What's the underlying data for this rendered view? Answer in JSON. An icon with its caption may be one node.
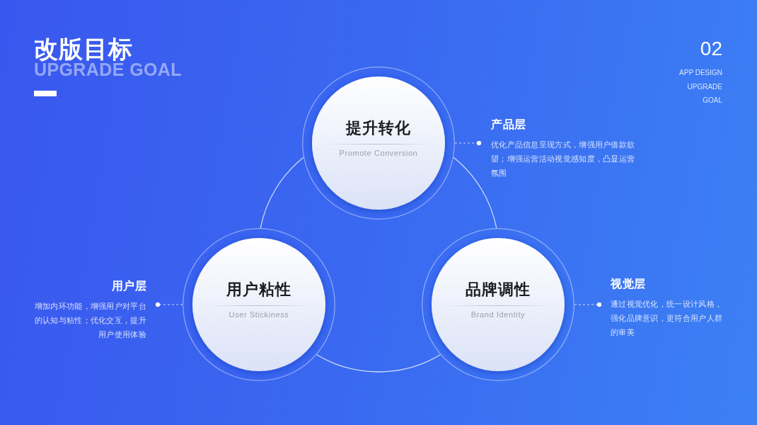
{
  "diagram": {
    "title": "改版目标",
    "nodes": [
      {
        "text": [
          "提升转化",
          "Promote Conversion"
        ]
      },
      {
        "text": [
          "产品层",
          "优化产品信息呈现方式，增强用户借款欲望；增强运营活动视觉感知度，凸显运营氛围"
        ]
      },
      {
        "text": [
          "用户层",
          "增加内环功能，增强用户对平台的认知与粘性；优化交互，提升用户使用体验"
        ]
      },
      {
        "text": [
          "用户粘性",
          "User Stickiness"
        ]
      },
      {
        "text": [
          "品牌调性",
          "Brand Identity"
        ]
      },
      {
        "text": [
          "视觉层",
          "通过视觉优化，统一设计风格，强化品牌意识，更符合用户人群的审美"
        ]
      }
    ],
    "edges": [
      {
        "from": 0,
        "to": 1,
        "arrow": "other",
        "style": "dashed"
      },
      {
        "from": 3,
        "to": 2,
        "arrow": "other",
        "style": "dashed"
      },
      {
        "from": 4,
        "to": 5,
        "arrow": "other",
        "style": "dashed"
      },
      {
        "from": 0,
        "to": 3,
        "arrow": "none"
      },
      {
        "from": 3,
        "to": 4,
        "arrow": "none"
      },
      {
        "from": 4,
        "to": 0,
        "arrow": "none"
      }
    ],
    "labels": [
      "UPGRADE GOAL",
      "02",
      "APP DESIGN",
      "UPGRADE",
      "GOAL"
    ]
  }
}
